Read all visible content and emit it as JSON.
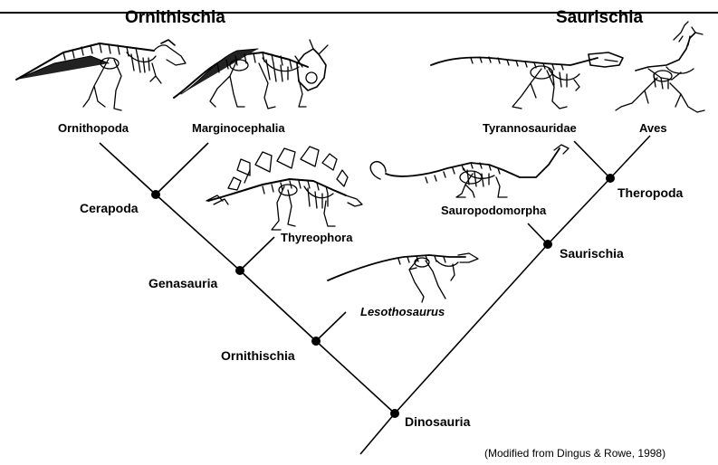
{
  "headers": {
    "left": "Ornithischia",
    "right": "Saurischia"
  },
  "taxa": {
    "ornithopoda": "Ornithopoda",
    "marginocephalia": "Marginocephalia",
    "thyreophora": "Thyreophora",
    "lesothosaurus": "Lesothosaurus",
    "tyrannosauridae": "Tyrannosauridae",
    "aves": "Aves",
    "sauropodomorpha": "Sauropodomorpha"
  },
  "nodes": {
    "cerapoda": "Cerapoda",
    "genasauria": "Genasauria",
    "ornithischia": "Ornithischia",
    "dinosauria": "Dinosauria",
    "theropoda": "Theropoda",
    "saurischia": "Saurischia"
  },
  "citation": "(Modified from Dingus & Rowe, 1998)",
  "colors": {
    "ink": "#000000",
    "background": "#ffffff"
  },
  "icons": {
    "ornithopoda": "hadrosaur-skeleton-icon",
    "marginocephalia": "ceratopsian-skeleton-icon",
    "thyreophora": "stegosaur-skeleton-icon",
    "lesothosaurus": "small-ornithischian-skeleton-icon",
    "tyrannosauridae": "tyrannosaur-skeleton-icon",
    "aves": "bird-skeleton-icon",
    "sauropodomorpha": "sauropod-skeleton-icon"
  }
}
